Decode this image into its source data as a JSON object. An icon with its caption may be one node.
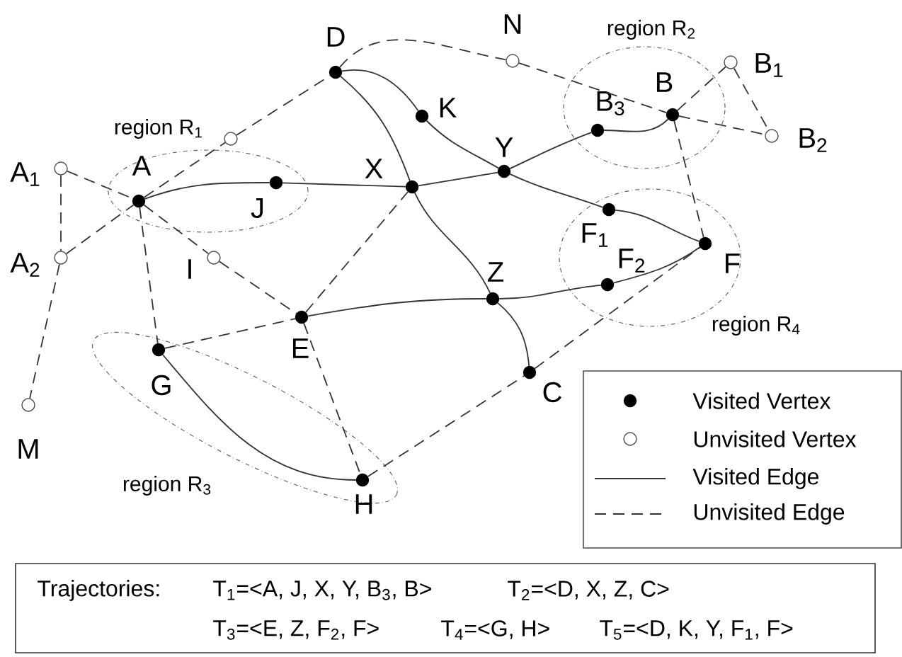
{
  "diagram": {
    "nodes": [
      {
        "text": [
          "region R$_{1}$"
        ]
      },
      {
        "text": [
          "region R$_{2}$"
        ]
      },
      {
        "text": [
          "region R$_{3}$"
        ]
      },
      {
        "text": [
          "region R$_{4}$"
        ]
      },
      {
        "text": [],
        "shape": "dot",
        "beside": [
          "D"
        ]
      },
      {
        "text": [],
        "shape": "circle",
        "beside": [
          "N"
        ]
      },
      {
        "text": [],
        "shape": "circle",
        "beside": [
          "B$_{1}$"
        ]
      },
      {
        "text": [],
        "shape": "circle",
        "beside": [
          "B$_{2}$"
        ]
      },
      {
        "text": [],
        "shape": "dot",
        "beside": [
          "B"
        ],
        "in": 1
      },
      {
        "text": [],
        "shape": "dot",
        "beside": [
          "B$_{3}$"
        ],
        "in": 1
      },
      {
        "text": [],
        "shape": "dot",
        "beside": [
          "K"
        ]
      },
      {
        "text": [],
        "shape": "circle"
      },
      {
        "text": [],
        "shape": "circle",
        "beside": [
          "A$_{1}$"
        ]
      },
      {
        "text": [],
        "shape": "dot",
        "beside": [
          "A"
        ],
        "in": 0
      },
      {
        "text": [],
        "shape": "dot",
        "beside": [
          "J"
        ],
        "in": 0
      },
      {
        "text": [],
        "shape": "dot",
        "beside": [
          "X"
        ]
      },
      {
        "text": [],
        "shape": "dot",
        "beside": [
          "Y"
        ]
      },
      {
        "text": [],
        "shape": "dot",
        "beside": [
          "F$_{1}$"
        ],
        "in": 3
      },
      {
        "text": [],
        "shape": "circle",
        "beside": [
          "A$_{2}$"
        ]
      },
      {
        "text": [],
        "shape": "circle",
        "beside": [
          "I"
        ]
      },
      {
        "text": [],
        "shape": "dot",
        "beside": [
          "F$_{2}$"
        ],
        "in": 3
      },
      {
        "text": [],
        "shape": "dot",
        "beside": [
          "F"
        ],
        "in": 3
      },
      {
        "text": [],
        "shape": "dot",
        "beside": [
          "E"
        ]
      },
      {
        "text": [],
        "shape": "dot",
        "beside": [
          "Z"
        ]
      },
      {
        "text": [],
        "shape": "dot",
        "beside": [
          "G"
        ],
        "in": 2
      },
      {
        "text": [],
        "shape": "dot",
        "beside": [
          "C"
        ]
      },
      {
        "text": [],
        "shape": "circle",
        "beside": [
          "M"
        ]
      },
      {
        "text": [],
        "shape": "dot",
        "beside": [
          "H"
        ],
        "in": 2
      },
      {
        "text": [
          "Trajectories:",
          "T$_{1}$=<A, J, X, Y, B$_{3}$, B>",
          "T$_{2}$=<D, X, Z, C>",
          "T$_{3}$=<E, Z, F$_{2}$, F>",
          "T$_{4}$=<G, H>",
          "T$_{5}$=<D, K, Y, F$_{1}$, F>"
        ]
      }
    ],
    "edges": [
      {
        "from": 13,
        "to": 14,
        "arrow": "none"
      },
      {
        "from": 14,
        "to": 15,
        "arrow": "none"
      },
      {
        "from": 15,
        "to": 16,
        "arrow": "none"
      },
      {
        "from": 16,
        "to": 9,
        "arrow": "none"
      },
      {
        "from": 9,
        "to": 8,
        "arrow": "none"
      },
      {
        "from": 4,
        "to": 15,
        "arrow": "none"
      },
      {
        "from": 15,
        "to": 23,
        "arrow": "none"
      },
      {
        "from": 23,
        "to": 25,
        "arrow": "none"
      },
      {
        "from": 22,
        "to": 23,
        "arrow": "none"
      },
      {
        "from": 23,
        "to": 20,
        "arrow": "none"
      },
      {
        "from": 20,
        "to": 21,
        "arrow": "none"
      },
      {
        "from": 24,
        "to": 27,
        "arrow": "none"
      },
      {
        "from": 4,
        "to": 10,
        "arrow": "none"
      },
      {
        "from": 10,
        "to": 16,
        "arrow": "none"
      },
      {
        "from": 16,
        "to": 17,
        "arrow": "none"
      },
      {
        "from": 17,
        "to": 21,
        "arrow": "none"
      },
      {
        "from": 4,
        "to": 5,
        "arrow": "none",
        "style": "dashed"
      },
      {
        "from": 5,
        "to": 8,
        "arrow": "none",
        "style": "dashed"
      },
      {
        "from": 8,
        "to": 7,
        "arrow": "none",
        "style": "dashed"
      },
      {
        "from": 8,
        "to": 6,
        "arrow": "none",
        "style": "dashed"
      },
      {
        "from": 6,
        "to": 7,
        "arrow": "none",
        "style": "dashed"
      },
      {
        "from": 8,
        "to": 21,
        "arrow": "none",
        "style": "dashed"
      },
      {
        "from": 13,
        "to": 11,
        "arrow": "none",
        "style": "dashed"
      },
      {
        "from": 11,
        "to": 4,
        "arrow": "none",
        "style": "dashed"
      },
      {
        "from": 12,
        "to": 13,
        "arrow": "none",
        "style": "dashed"
      },
      {
        "from": 13,
        "to": 19,
        "arrow": "none",
        "style": "dashed"
      },
      {
        "from": 19,
        "to": 22,
        "arrow": "none",
        "style": "dashed"
      },
      {
        "from": 18,
        "to": 13,
        "arrow": "none",
        "style": "dashed"
      },
      {
        "from": 12,
        "to": 18,
        "arrow": "none",
        "style": "dashed"
      },
      {
        "from": 18,
        "to": 26,
        "arrow": "none",
        "style": "dashed"
      },
      {
        "from": 13,
        "to": 24,
        "arrow": "none",
        "style": "dashed"
      },
      {
        "from": 24,
        "to": 22,
        "arrow": "none",
        "style": "dashed"
      },
      {
        "from": 22,
        "to": 15,
        "arrow": "none",
        "style": "dashed"
      },
      {
        "from": 22,
        "to": 27,
        "arrow": "none",
        "style": "dashed"
      },
      {
        "from": 27,
        "to": 25,
        "arrow": "none",
        "style": "dashed"
      },
      {
        "from": 25,
        "to": 21,
        "arrow": "none",
        "style": "dashed"
      }
    ],
    "legend": [
      {
        "text": "Visited Vertex"
      },
      {
        "text": "Unvisited Vertex"
      },
      {
        "text": "Visited Edge"
      },
      {
        "text": "Unvisited Edge"
      }
    ]
  }
}
